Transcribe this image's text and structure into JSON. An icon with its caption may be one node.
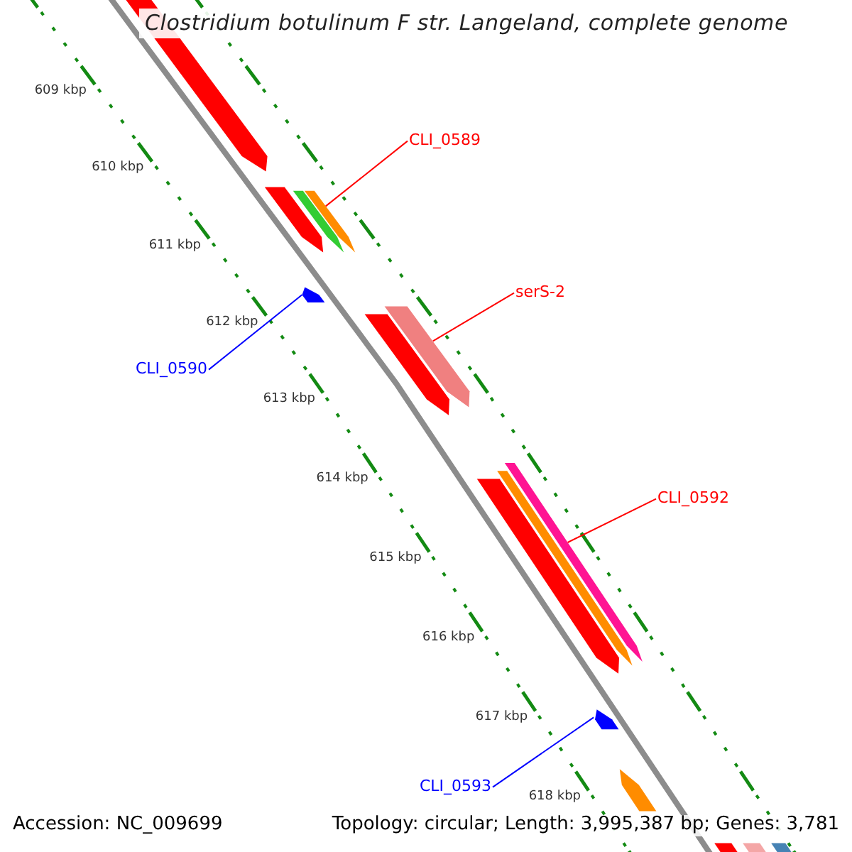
{
  "diagram": {
    "title": "Clostridium botulinum F str. Langeland, complete genome",
    "nodes": [
      {
        "text": [
          "CLI_0589"
        ]
      },
      {
        "text": [],
        "shape": "bar"
      },
      {
        "text": [
          "serS-2"
        ]
      },
      {
        "text": [],
        "shape": "bar"
      },
      {
        "text": [
          "CLI_0590"
        ]
      },
      {
        "text": [],
        "shape": "bar"
      },
      {
        "text": [
          "CLI_0592"
        ]
      },
      {
        "text": [],
        "shape": "bar"
      },
      {
        "text": [
          "CLI_0593"
        ]
      },
      {
        "text": [],
        "shape": "bar"
      },
      {
        "text": [],
        "shape": "bar"
      },
      {
        "text": [],
        "shape": "bar"
      },
      {
        "text": [],
        "shape": "bar"
      },
      {
        "text": [],
        "shape": "bar"
      },
      {
        "text": [],
        "shape": "bar"
      },
      {
        "text": [],
        "shape": "bar"
      },
      {
        "text": [],
        "shape": "bar"
      },
      {
        "text": [],
        "shape": "bar"
      },
      {
        "text": [],
        "shape": "bar"
      },
      {
        "text": [],
        "shape": "bar"
      }
    ],
    "edges": [
      {
        "from": 0,
        "to": 1,
        "arrow": "none"
      },
      {
        "from": 2,
        "to": 3,
        "arrow": "none"
      },
      {
        "from": 4,
        "to": 5,
        "arrow": "none",
        "color": "#0000ff"
      },
      {
        "from": 6,
        "to": 7,
        "arrow": "none"
      },
      {
        "from": 8,
        "to": 9,
        "arrow": "none",
        "color": "#0000ff"
      }
    ],
    "labels": [
      "609 kbp",
      "610 kbp",
      "611 kbp",
      "612 kbp",
      "613 kbp",
      "614 kbp",
      "615 kbp",
      "616 kbp",
      "617 kbp",
      "618 kbp",
      "Accession: NC_009699",
      "Topology: circular; Length: 3,995,387 bp; Genes: 3,781"
    ]
  }
}
